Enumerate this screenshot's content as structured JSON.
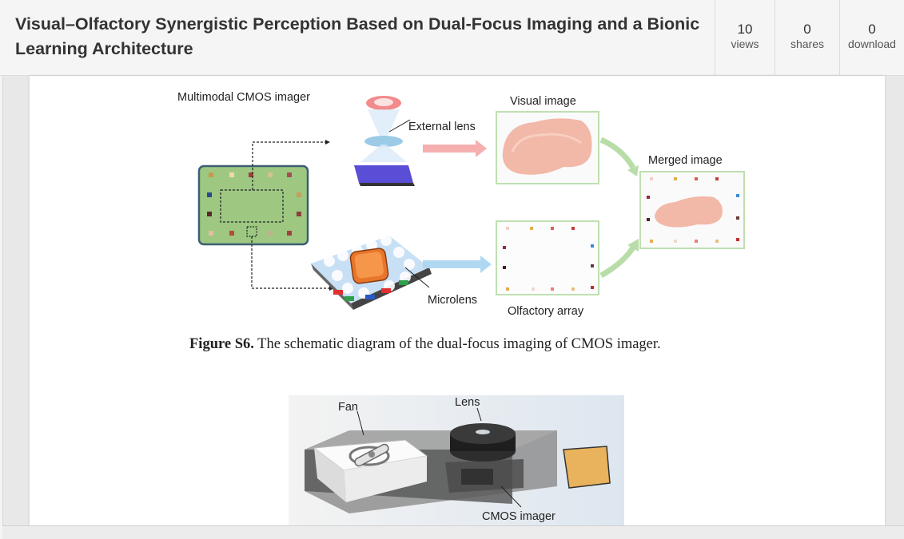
{
  "header": {
    "title": "Visual–Olfactory Synergistic Perception Based on Dual-Focus Imaging and a Bionic Learning Architecture",
    "stats": [
      {
        "value": "10",
        "label": "views"
      },
      {
        "value": "0",
        "label": "shares"
      },
      {
        "value": "0",
        "label": "download"
      }
    ]
  },
  "figure1": {
    "labels": {
      "cmos": "Multimodal CMOS imager",
      "external_lens": "External lens",
      "visual_image": "Visual image",
      "merged_image": "Merged image",
      "microlens": "Microlens",
      "olfactory_array": "Olfactory array"
    },
    "caption_label": "Figure S6.",
    "caption_text": " The schematic diagram of the dual-focus imaging of CMOS imager."
  },
  "figure2": {
    "labels": {
      "fan": "Fan",
      "lens": "Lens",
      "cmos_imager": "CMOS imager"
    }
  },
  "colors": {
    "chip_green": "#9ec882",
    "frame_green": "#bfe0b0",
    "arrow_red": "#f4a6a6",
    "arrow_blue": "#a8d4f2",
    "meat": "#f2b8a8"
  }
}
